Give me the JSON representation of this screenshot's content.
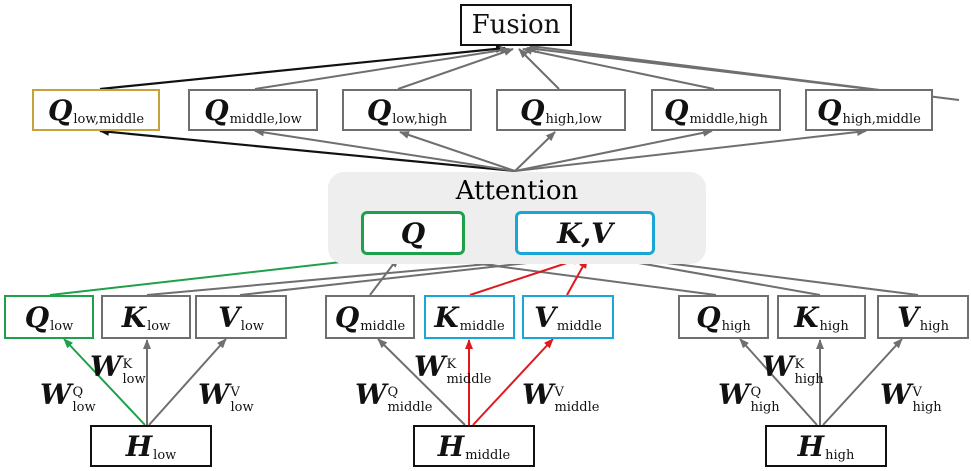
{
  "fusion": {
    "label": "Fusion"
  },
  "outputs": [
    {
      "sym": "Q",
      "sub": "low,middle"
    },
    {
      "sym": "Q",
      "sub": "middle,low"
    },
    {
      "sym": "Q",
      "sub": "low,high"
    },
    {
      "sym": "Q",
      "sub": "high,low"
    },
    {
      "sym": "Q",
      "sub": "middle,high"
    },
    {
      "sym": "Q",
      "sub": "high,middle"
    }
  ],
  "attention": {
    "title": "Attention",
    "query": "Q",
    "keyvalue": "K,V"
  },
  "projections": [
    {
      "sym": "Q",
      "sub": "low"
    },
    {
      "sym": "K",
      "sub": "low"
    },
    {
      "sym": "V",
      "sub": "low"
    },
    {
      "sym": "Q",
      "sub": "middle"
    },
    {
      "sym": "K",
      "sub": "middle"
    },
    {
      "sym": "V",
      "sub": "middle"
    },
    {
      "sym": "Q",
      "sub": "high"
    },
    {
      "sym": "K",
      "sub": "high"
    },
    {
      "sym": "V",
      "sub": "high"
    }
  ],
  "weights": [
    {
      "w": "W",
      "sup": "Q",
      "sub": "low"
    },
    {
      "w": "W",
      "sup": "K",
      "sub": "low"
    },
    {
      "w": "W",
      "sup": "V",
      "sub": "low"
    },
    {
      "w": "W",
      "sup": "Q",
      "sub": "middle"
    },
    {
      "w": "W",
      "sup": "K",
      "sub": "middle"
    },
    {
      "w": "W",
      "sup": "V",
      "sub": "middle"
    },
    {
      "w": "W",
      "sup": "Q",
      "sub": "high"
    },
    {
      "w": "W",
      "sup": "K",
      "sub": "high"
    },
    {
      "w": "W",
      "sup": "V",
      "sub": "high"
    }
  ],
  "inputs": [
    {
      "sym": "H",
      "sub": "low"
    },
    {
      "sym": "H",
      "sub": "middle"
    },
    {
      "sym": "H",
      "sub": "high"
    }
  ],
  "colors": {
    "gray": "#6f6f6f",
    "black": "#111111",
    "green": "#1ea14a",
    "red": "#e0191f",
    "blue": "#1aa6d6",
    "gold": "#c7a23a",
    "panel": "#eeeeee"
  }
}
